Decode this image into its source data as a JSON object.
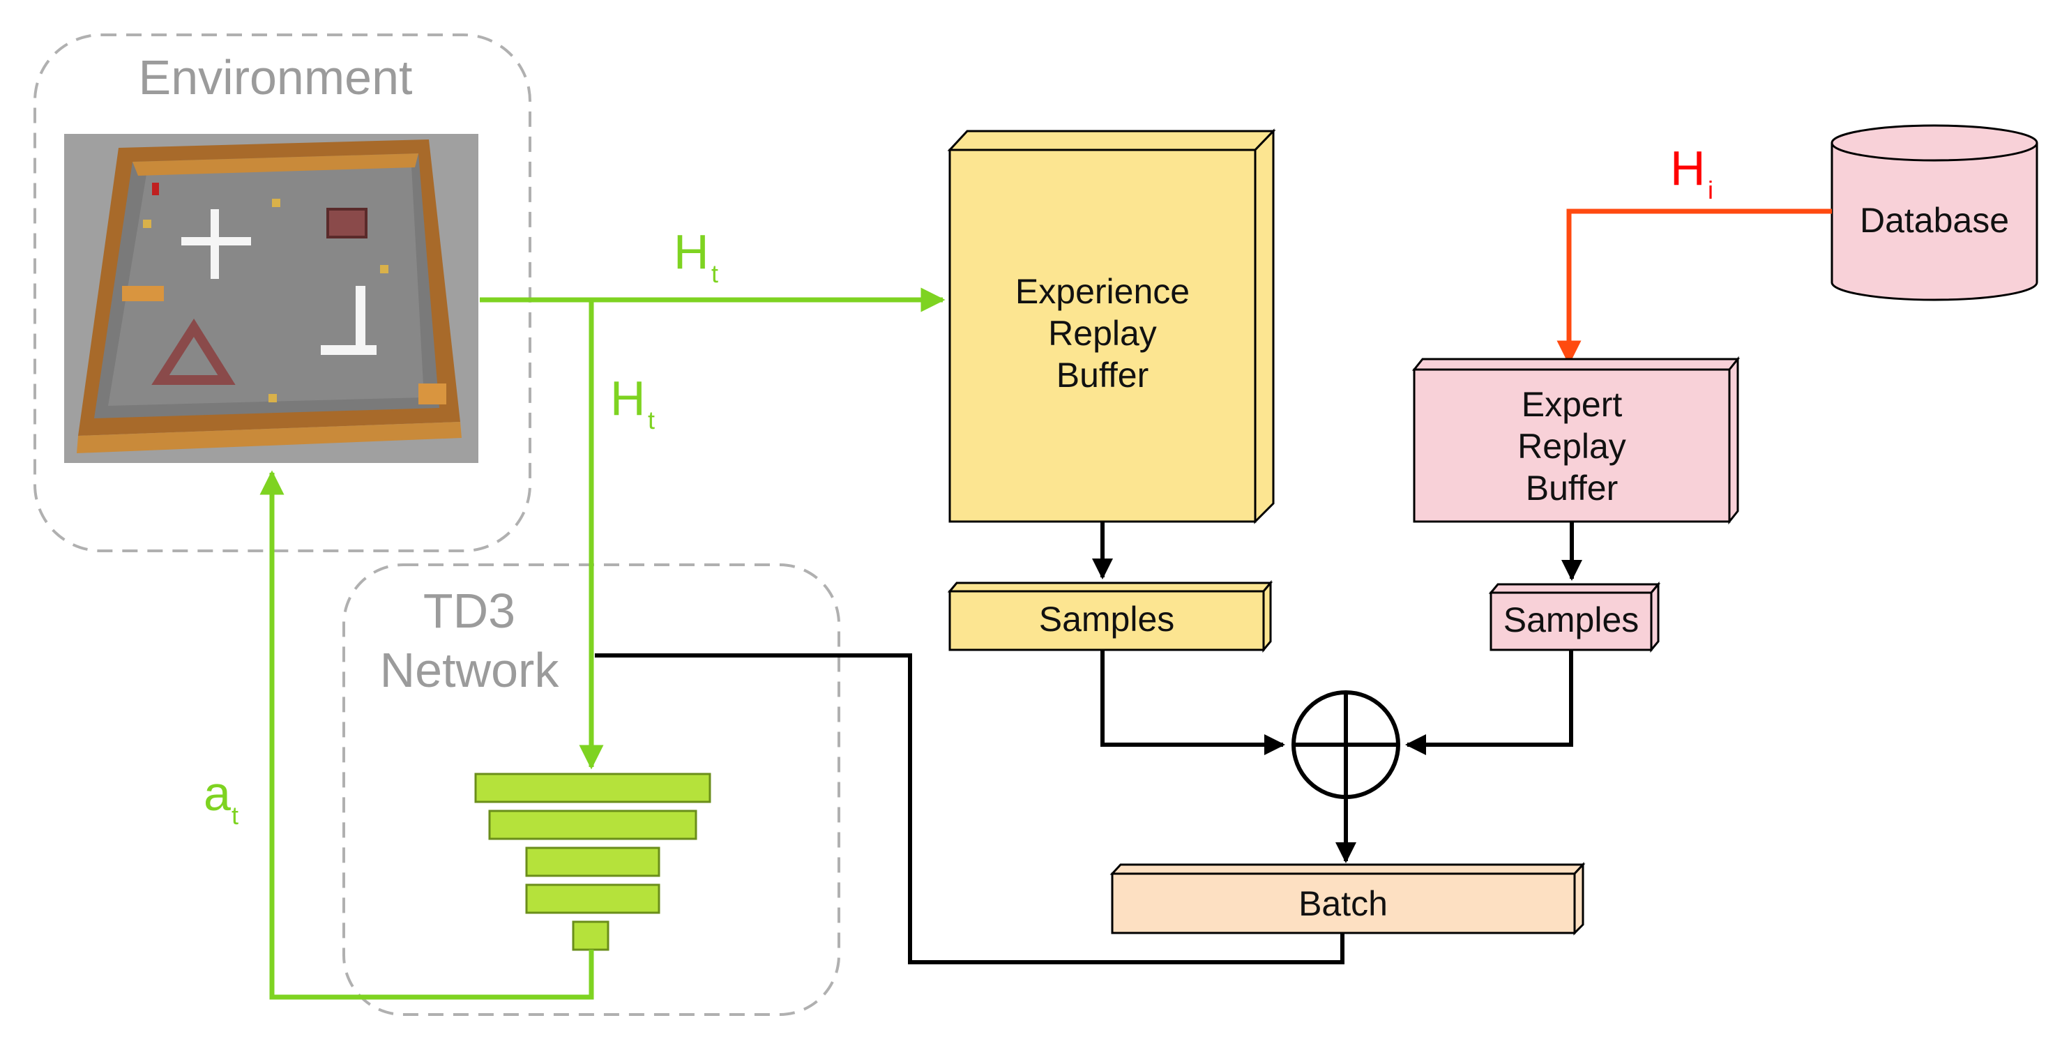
{
  "environment": {
    "title": "Environment"
  },
  "td3": {
    "title_line1": "TD3",
    "title_line2": "Network"
  },
  "experience_buffer": {
    "line1": "Experience",
    "line2": "Replay",
    "line3": "Buffer"
  },
  "experience_samples": {
    "label": "Samples"
  },
  "expert_buffer": {
    "line1": "Expert",
    "line2": "Replay",
    "line3": "Buffer"
  },
  "expert_samples": {
    "label": "Samples"
  },
  "database": {
    "label": "Database"
  },
  "batch": {
    "label": "Batch"
  },
  "flows": {
    "state_main": {
      "base": "H",
      "sub": "t"
    },
    "state_network": {
      "base": "H",
      "sub": "t"
    },
    "action": {
      "base": "a",
      "sub": "t"
    },
    "expert": {
      "base": "H",
      "sub": "i"
    }
  },
  "colors": {
    "green": "#7ed321",
    "green_layer": "#b5e23b",
    "orange_red": "#ff4a10",
    "yellow_box": "#fce591",
    "pink_box": "#f8d1d8",
    "peach_box": "#fde0c2",
    "black": "#000000",
    "dashed_gray": "#b0b0b0"
  }
}
